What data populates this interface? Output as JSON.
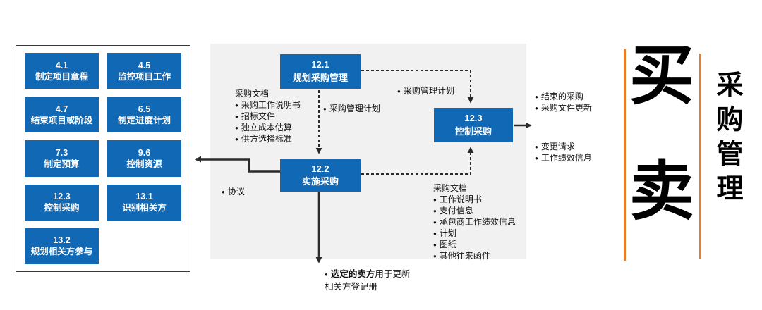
{
  "colors": {
    "process_blue": "#1168b4",
    "banner_orange": "#e87d2e",
    "panel_gray": "#f1f1f1"
  },
  "left_panel": {
    "boxes": [
      {
        "id": "4.1",
        "label": "制定项目章程"
      },
      {
        "id": "4.5",
        "label": "监控项目工作"
      },
      {
        "id": "4.7",
        "label": "结束项目或阶段"
      },
      {
        "id": "6.5",
        "label": "制定进度计划"
      },
      {
        "id": "7.3",
        "label": "制定预算"
      },
      {
        "id": "9.6",
        "label": "控制资源"
      },
      {
        "id": "12.3",
        "label": "控制采购"
      },
      {
        "id": "13.1",
        "label": "识别相关方"
      },
      {
        "id": "13.2",
        "label": "规划相关方参与"
      }
    ]
  },
  "nodes": [
    {
      "id": "12.1",
      "label": "规划采购管理"
    },
    {
      "id": "12.2",
      "label": "实施采购"
    },
    {
      "id": "12.3",
      "label": "控制采购"
    }
  ],
  "inputs_list": {
    "title": "采购文档",
    "items": [
      "采购工作说明书",
      "招标文件",
      "独立成本估算",
      "供方选择标准"
    ]
  },
  "plan_label_mid": "采购管理计划",
  "plan_label_top": "采购管理计划",
  "outputs_top": [
    "结束的采购",
    "采购文件更新"
  ],
  "outputs_bottom": [
    "变更请求",
    "工作绩效信息"
  ],
  "agreement_label": "协议",
  "outputs_list": {
    "title": "采购文档",
    "items": [
      "工作说明书",
      "支付信息",
      "承包商工作绩效信息",
      "计划",
      "图纸",
      "其他往来函件"
    ]
  },
  "bottom_note": {
    "bold": "选定的卖方",
    "rest": "用于更新",
    "line2": "相关方登记册"
  },
  "banner": {
    "char_top": "买",
    "char_bottom": "卖",
    "side_title": "采购管理"
  }
}
